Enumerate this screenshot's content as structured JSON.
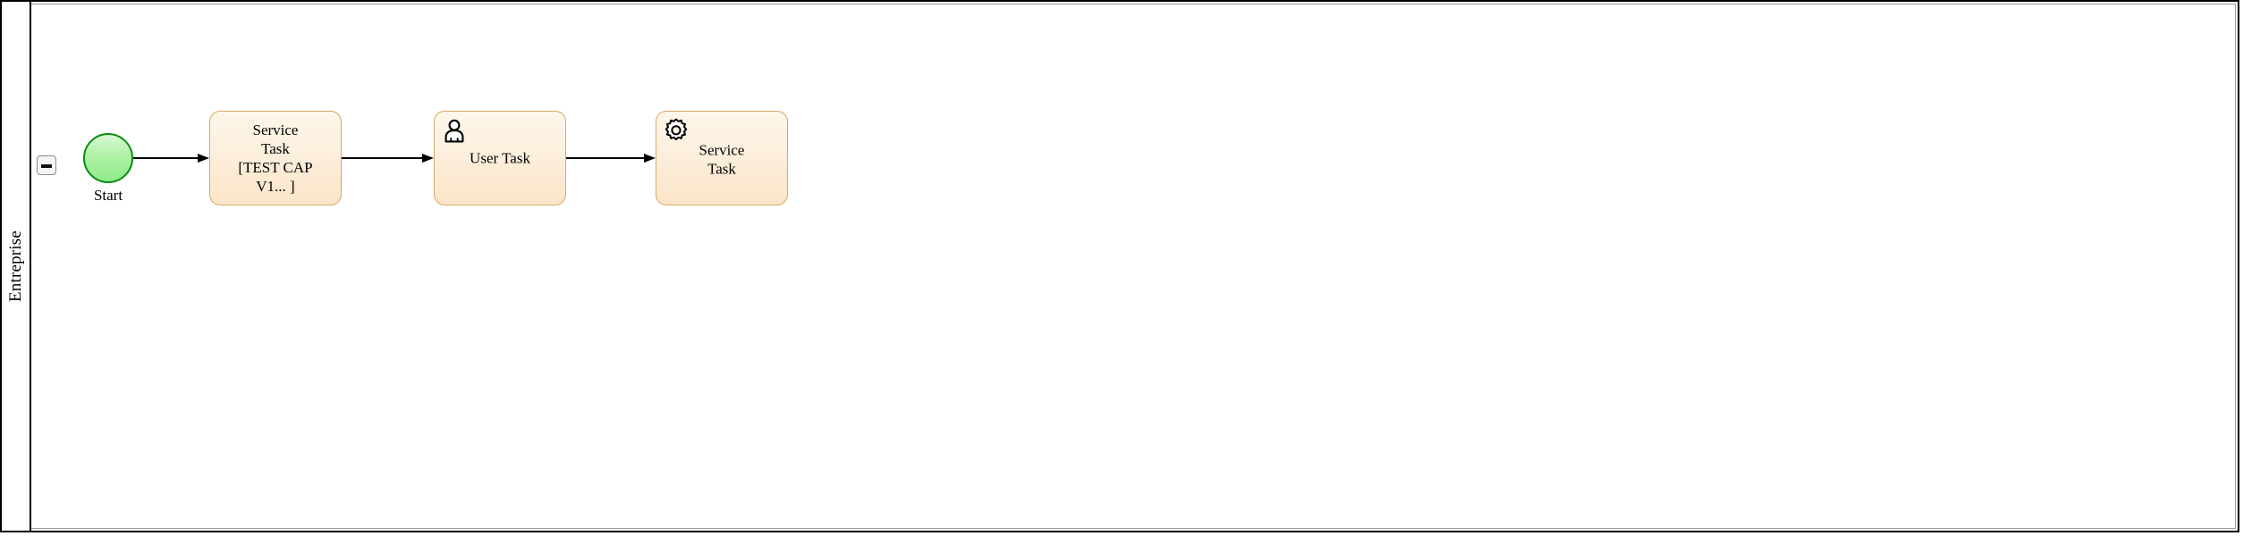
{
  "diagram": {
    "type": "bpmn-process",
    "pool": {
      "lane_label": "Entreprise",
      "collapse_toggle": "minus-icon"
    },
    "nodes": [
      {
        "id": "start-event",
        "kind": "start-event",
        "label": "Start",
        "icon": null,
        "fill": "#a8f0a0",
        "stroke": "#0a8a12"
      },
      {
        "id": "task-service-1",
        "kind": "service-task",
        "label": "Service\nTask\n[TEST CAP\nV1... ]",
        "icon": null,
        "fill": "#fcefdd",
        "stroke": "#d6a96a"
      },
      {
        "id": "task-user-1",
        "kind": "user-task",
        "label": "User Task",
        "icon": "user-icon",
        "fill": "#fcefdd",
        "stroke": "#d6a96a"
      },
      {
        "id": "task-service-2",
        "kind": "service-task",
        "label": "Service\nTask",
        "icon": "gear-icon",
        "fill": "#fcefdd",
        "stroke": "#d6a96a"
      }
    ],
    "flows": [
      {
        "id": "flow-1",
        "from": "start-event",
        "to": "task-service-1",
        "label": ""
      },
      {
        "id": "flow-2",
        "from": "task-service-1",
        "to": "task-user-1",
        "label": ""
      },
      {
        "id": "flow-3",
        "from": "task-user-1",
        "to": "task-service-2",
        "label": ""
      }
    ],
    "colors": {
      "pool_border": "#000000",
      "lane_border": "#9a9a9a",
      "task_fill": "#fcefdd",
      "task_stroke": "#d6a96a",
      "event_fill": "#a8f0a0",
      "event_stroke": "#0a8a12",
      "flow_stroke": "#000000",
      "canvas_background": "#ffffff"
    }
  }
}
